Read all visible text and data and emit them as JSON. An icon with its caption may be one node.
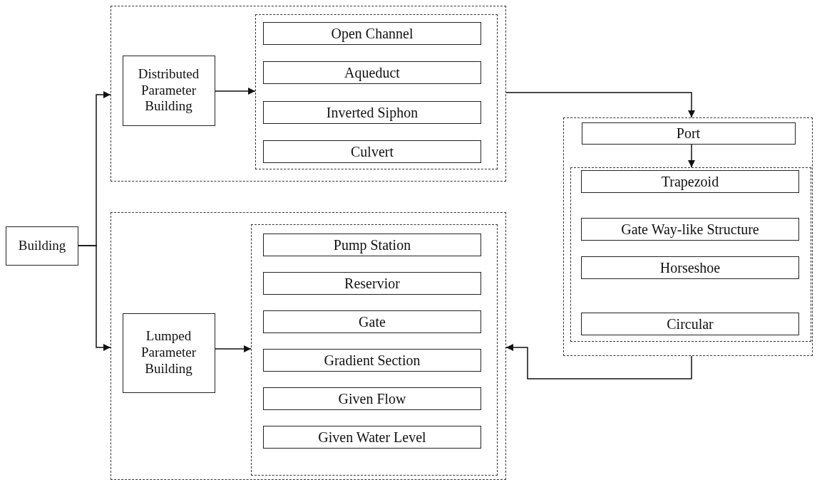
{
  "diagram": {
    "nodes": [
      {
        "text": [],
        "shape": "box"
      },
      {
        "text": [
          "Distributed Parameter Building"
        ],
        "in": 0
      },
      {
        "text": [],
        "shape": "box",
        "in": 0
      },
      {
        "text": [
          "Open Channel"
        ],
        "in": 2
      },
      {
        "text": [
          "Aqueduct"
        ],
        "in": 2
      },
      {
        "text": [
          "Inverted Siphon"
        ],
        "in": 2
      },
      {
        "text": [
          "Culvert"
        ],
        "in": 2
      },
      {
        "text": [],
        "shape": "box"
      },
      {
        "text": [
          "Port"
        ],
        "in": 7
      },
      {
        "text": [],
        "shape": "box",
        "in": 7
      },
      {
        "text": [
          "Trapezoid"
        ],
        "in": 9
      },
      {
        "text": [
          "Gate Way-like Structure"
        ],
        "in": 9
      },
      {
        "text": [
          "Horseshoe"
        ],
        "in": 9
      },
      {
        "text": [
          "Circular"
        ],
        "in": 9
      },
      {
        "text": [
          "Building"
        ]
      },
      {
        "text": [],
        "shape": "box"
      },
      {
        "text": [
          "Lumped Parameter Building"
        ],
        "in": 15
      },
      {
        "text": [],
        "shape": "box",
        "in": 15
      },
      {
        "text": [
          "Pump Station"
        ],
        "in": 17
      },
      {
        "text": [
          "Reservior"
        ],
        "in": 17
      },
      {
        "text": [
          "Gate"
        ],
        "in": 17
      },
      {
        "text": [
          "Gradient Section"
        ],
        "in": 17
      },
      {
        "text": [
          "Given Flow"
        ],
        "in": 17
      },
      {
        "text": [
          "Given Water Level"
        ],
        "in": 17
      }
    ],
    "edges": [
      {
        "from": 14,
        "to": 0,
        "arrow": "to"
      },
      {
        "from": 14,
        "to": 15,
        "arrow": "to"
      },
      {
        "from": 1,
        "to": 2,
        "arrow": "to"
      },
      {
        "from": 0,
        "to": 7,
        "arrow": "to"
      },
      {
        "from": 8,
        "to": 9,
        "arrow": "to"
      },
      {
        "from": 16,
        "to": 17,
        "arrow": "to"
      },
      {
        "from": 7,
        "to": 15,
        "arrow": "to"
      }
    ]
  }
}
